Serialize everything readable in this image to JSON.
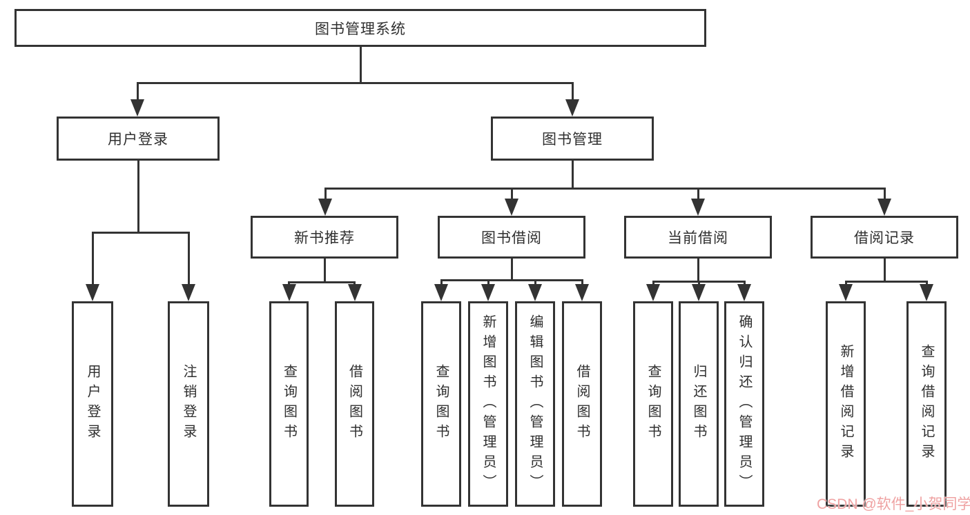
{
  "diagram_title": "图书管理系统",
  "colors": {
    "line": "#333333",
    "box_background": "#ffffff",
    "text": "#2f2f2f",
    "watermark": "#efa2a2",
    "background": "#ffffff"
  },
  "nodes": {
    "root": "图书管理系统",
    "user_login": "用户登录",
    "book_mgmt": "图书管理",
    "new_book": "新书推荐",
    "borrow": "图书借阅",
    "current": "当前借阅",
    "records": "借阅记录",
    "ul_login": "用户登录",
    "ul_logout": "注销登录",
    "nb_query": "查询图书",
    "nb_borrow": "借阅图书",
    "bw_query": "查询图书",
    "bw_add": "新增图书（管理员）",
    "bw_edit": "编辑图书（管理员）",
    "bw_borrow": "借阅图书",
    "cu_query": "查询图书",
    "cu_return": "归还图书",
    "cu_confirm": "确认归还（管理员）",
    "rc_add": "新增借阅记录",
    "rc_query": "查询借阅记录"
  },
  "hierarchy": {
    "图书管理系统": {
      "用户登录": [
        "用户登录",
        "注销登录"
      ],
      "图书管理": {
        "新书推荐": [
          "查询图书",
          "借阅图书"
        ],
        "图书借阅": [
          "查询图书",
          "新增图书（管理员）",
          "编辑图书（管理员）",
          "借阅图书"
        ],
        "当前借阅": [
          "查询图书",
          "归还图书",
          "确认归还（管理员）"
        ],
        "借阅记录": [
          "新增借阅记录",
          "查询借阅记录"
        ]
      }
    }
  },
  "watermark": "CSDN @软件_小贺同学"
}
